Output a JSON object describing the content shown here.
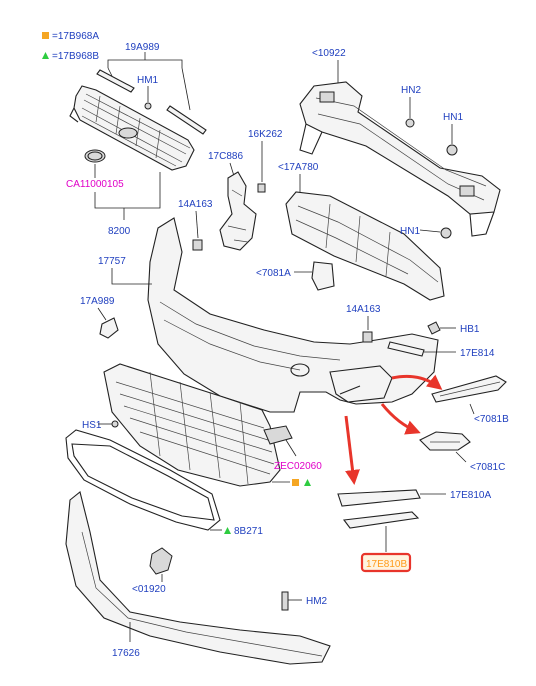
{
  "legend": [
    {
      "marker": "square",
      "color": "#f5a623",
      "text": "=17B968A"
    },
    {
      "marker": "triangle",
      "color": "#2ecc40",
      "text": "=17B968B"
    }
  ],
  "labels": {
    "p19A989": "19A989",
    "hm1": "HM1",
    "p10922": "<10922",
    "hn2": "HN2",
    "hn1_top": "HN1",
    "p16K262": "16K262",
    "p17C886": "17C886",
    "p17A780": "<17A780",
    "ca11000105": "CA11000105",
    "p14A163_a": "14A163",
    "p8200": "8200",
    "hn1_mid": "HN1",
    "p17757": "17757",
    "p7081A": "<7081A",
    "p17A989": "17A989",
    "p14A163_b": "14A163",
    "hb1": "HB1",
    "p17E814": "17E814",
    "p7081B": "<7081B",
    "hs1": "HS1",
    "p7081C": "<7081C",
    "zec02060": "ZEC02060",
    "p17E810A": "17E810A",
    "p8B271": "8B271",
    "p17E810B": "17E810B",
    "p01920": "<01920",
    "hm2": "HM2",
    "p17626": "17626"
  },
  "colors": {
    "label_blue": "#1f3fbf",
    "label_magenta": "#e000c8",
    "arrow_red": "#e8352b",
    "highlight_box": "#e8352b",
    "highlight_text": "#ff9a1a"
  }
}
